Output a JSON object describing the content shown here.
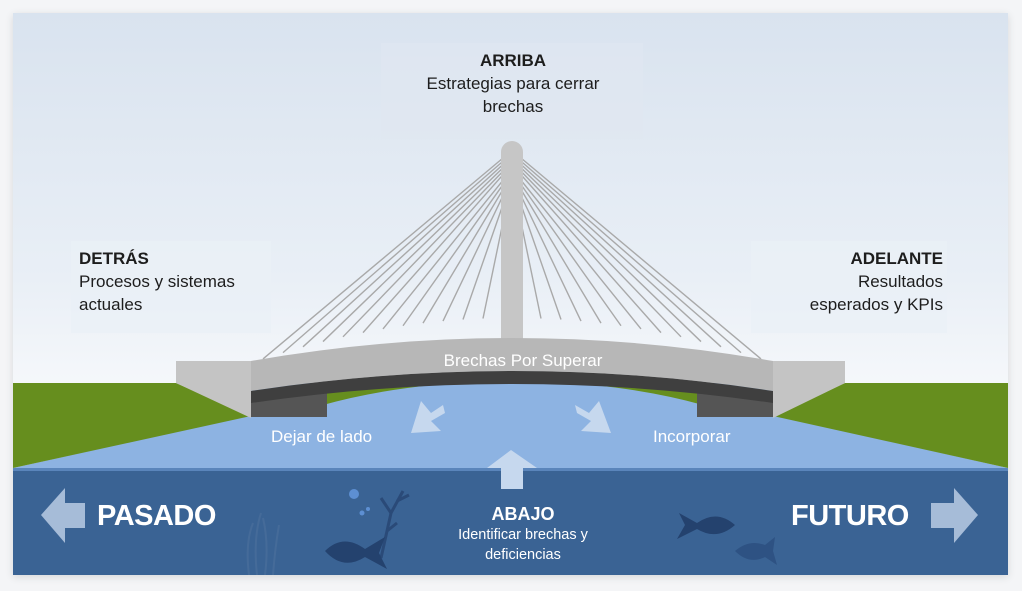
{
  "diagram": {
    "top": {
      "heading": "ARRIBA",
      "line1": "Estrategias para cerrar",
      "line2": "brechas"
    },
    "left": {
      "heading": "DETRÁS",
      "line1": "Procesos y sistemas",
      "line2": "actuales"
    },
    "right": {
      "heading": "ADELANTE",
      "line1": "Resultados",
      "line2": "esperados y KPIs"
    },
    "bridge_deck": "Brechas Por Superar",
    "left_arrow_caption": "Dejar de lado",
    "right_arrow_caption": "Incorporar",
    "bottom": {
      "heading": "ABAJO",
      "line1": "Identificar brechas y",
      "line2": "deficiencias"
    },
    "past_label": "PASADO",
    "future_label": "FUTURO",
    "icons": [
      "arrow-left-icon",
      "arrow-right-icon",
      "arrow-up-icon",
      "arrow-down-left-icon",
      "arrow-down-right-icon",
      "fish-icon",
      "seaweed-icon",
      "bubble-icon"
    ],
    "colors": {
      "sky": "#dbe4ef",
      "grass": "#668e1e",
      "river": "#8db3e2",
      "deep_water": "#3a6394",
      "bridge": "#bfbfbf",
      "deck_shadow": "#4a4a4a",
      "arrow": "#a6bcd8",
      "fish": "#24426e"
    }
  }
}
